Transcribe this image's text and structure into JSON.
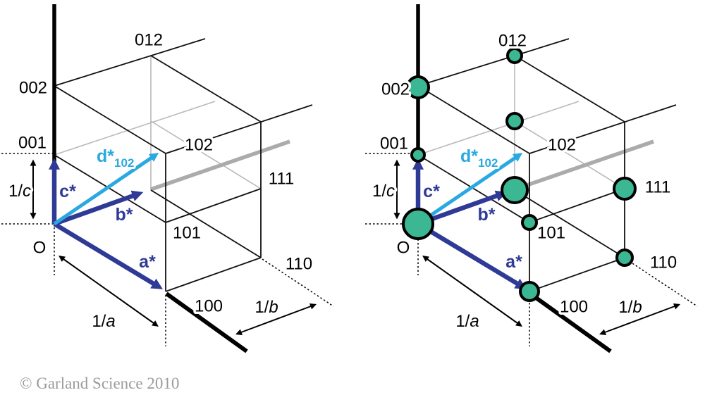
{
  "diagram": {
    "copyright": "© Garland Science 2010",
    "colors": {
      "vector_blue": "#2F3A96",
      "d_vector_cyan": "#2AA9E0",
      "lattice_point_green": "#3BB794",
      "hidden_edge_gray": "#B9B9B9",
      "behind_axis_gray": "#ABABAB",
      "copyright_gray": "#9B9B9B"
    },
    "labels": {
      "origin": "O",
      "p001": "001",
      "p002": "002",
      "p012": "012",
      "p102": "102",
      "p111": "111",
      "p101": "101",
      "p110": "110",
      "p100": "100",
      "inv_prefix": "1/",
      "inv_a": "a",
      "inv_b": "b",
      "inv_c": "c",
      "a_star": "a*",
      "b_star": "b*",
      "c_star": "c*",
      "d_star": "d*",
      "d_star_sub": "102"
    },
    "lattice_points": [
      {
        "hkl": "000",
        "label": "O",
        "r": 21
      },
      {
        "hkl": "100",
        "r": 13
      },
      {
        "hkl": "010",
        "r": 18
      },
      {
        "hkl": "110",
        "r": 11
      },
      {
        "hkl": "001",
        "r": 9
      },
      {
        "hkl": "101",
        "r": 10
      },
      {
        "hkl": "011",
        "r": 11
      },
      {
        "hkl": "111",
        "r": 15
      },
      {
        "hkl": "002",
        "r": 15
      },
      {
        "hkl": "012",
        "r": 10
      }
    ]
  }
}
